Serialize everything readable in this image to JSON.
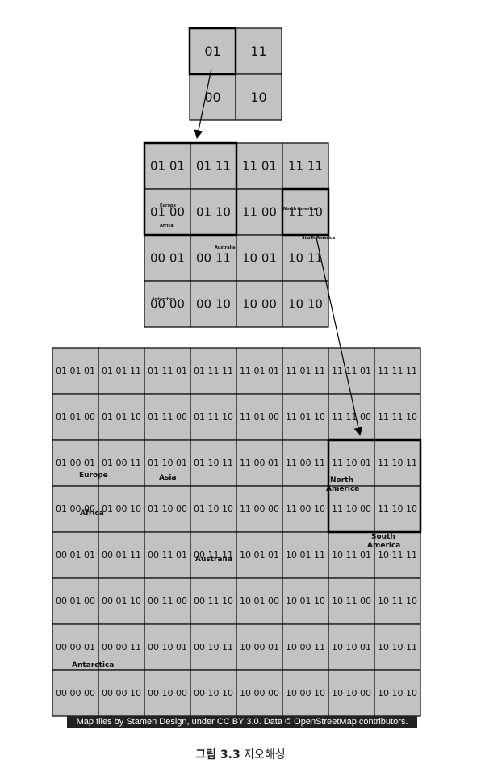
{
  "level1": {
    "rows": [
      [
        "01",
        "11"
      ],
      [
        "00",
        "10"
      ]
    ]
  },
  "level2": {
    "rows": [
      [
        "01 01",
        "01 11",
        "11 01",
        "11 11"
      ],
      [
        "01 00",
        "01 10",
        "11 00",
        "11 10"
      ],
      [
        "00 01",
        "00 11",
        "10 01",
        "10 11"
      ],
      [
        "00 00",
        "00 10",
        "10 00",
        "10 10"
      ]
    ],
    "places": [
      "Europe",
      "Africa",
      "Australia",
      "North America",
      "South America",
      "Antarctica"
    ]
  },
  "level3": {
    "rows": [
      [
        "01 01 01",
        "01 01 11",
        "01 11 01",
        "01 11 11",
        "11 01 01",
        "11 01 11",
        "11 11 01",
        "11 11 11"
      ],
      [
        "01 01 00",
        "01 01 10",
        "01 11 00",
        "01 11 10",
        "11 01 00",
        "11 01 10",
        "11 11 00",
        "11 11 10"
      ],
      [
        "01 00 01",
        "01 00 11",
        "01 10 01",
        "01 10 11",
        "11 00 01",
        "11 00 11",
        "11 10 01",
        "11 10 11"
      ],
      [
        "01 00 00",
        "01 00 10",
        "01 10 00",
        "01 10 10",
        "11 00 00",
        "11 00 10",
        "11 10 00",
        "11 10 10"
      ],
      [
        "00 01 01",
        "00 01 11",
        "00 11 01",
        "00 11 11",
        "10 01 01",
        "10 01 11",
        "10 11 01",
        "10 11 11"
      ],
      [
        "00 01 00",
        "00 01 10",
        "00 11 00",
        "00 11 10",
        "10 01 00",
        "10 01 10",
        "10 11 00",
        "10 11 10"
      ],
      [
        "00 00 01",
        "00 00 11",
        "00 10 01",
        "00 10 11",
        "10 00 01",
        "10 00 11",
        "10 10 01",
        "10 10 11"
      ],
      [
        "00 00 00",
        "00 00 10",
        "00 10 00",
        "00 10 10",
        "10 00 00",
        "10 00 10",
        "10 10 00",
        "10 10 10"
      ]
    ],
    "places": [
      "Europe",
      "Asia",
      "North",
      "America",
      "Africa",
      "Australia",
      "South",
      "America",
      "Antarctica"
    ]
  },
  "attribution": "Map tiles by Stamen Design, under CC BY 3.0. Data © OpenStreetMap contributors.",
  "caption": {
    "number": "그림 3.3",
    "title": "지오해싱"
  }
}
